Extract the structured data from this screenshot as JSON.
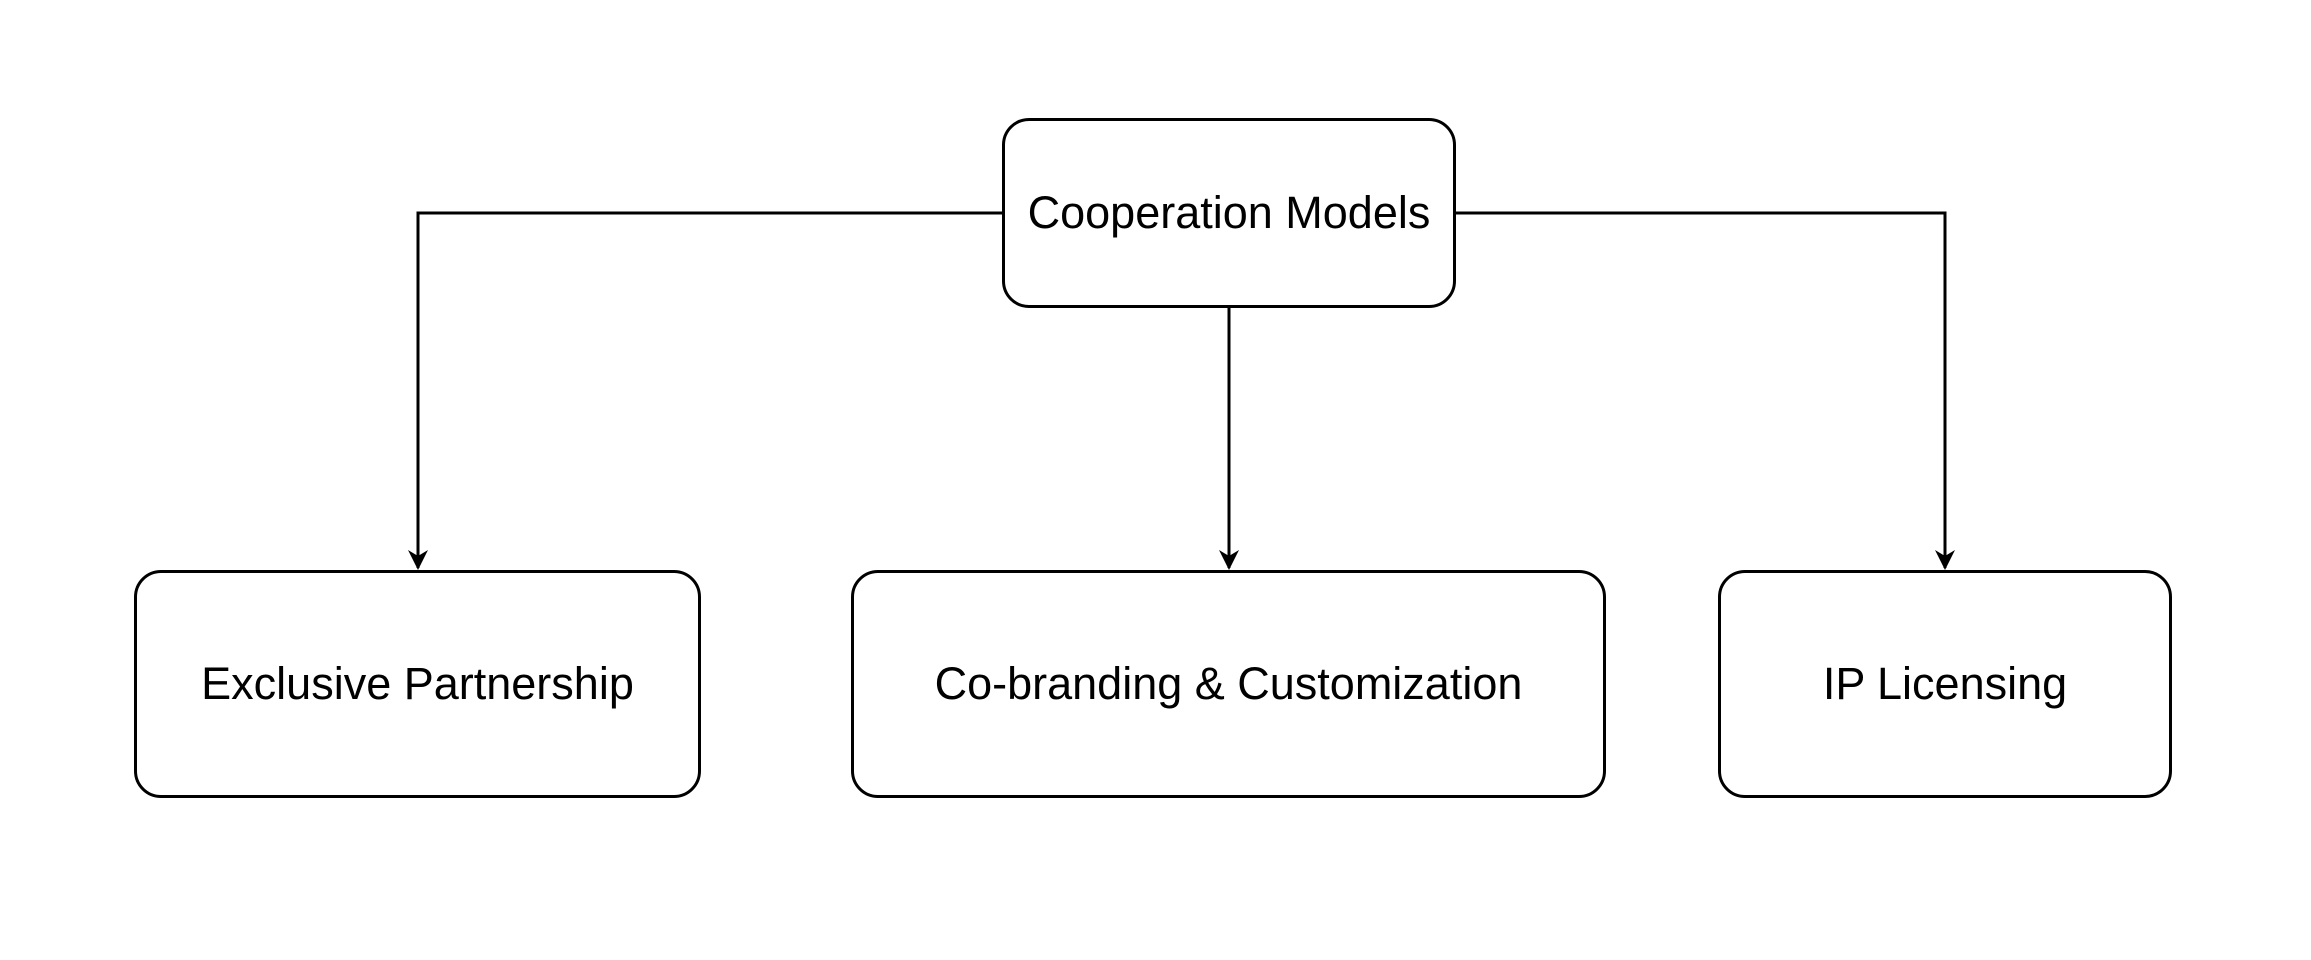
{
  "diagram": {
    "root": {
      "label": "Cooperation Models"
    },
    "children": [
      {
        "label": "Exclusive Partnership"
      },
      {
        "label": "Co-branding & Customization"
      },
      {
        "label": "IP Licensing"
      }
    ],
    "colors": {
      "stroke": "#000000",
      "fill": "#ffffff",
      "text": "#000000"
    }
  }
}
